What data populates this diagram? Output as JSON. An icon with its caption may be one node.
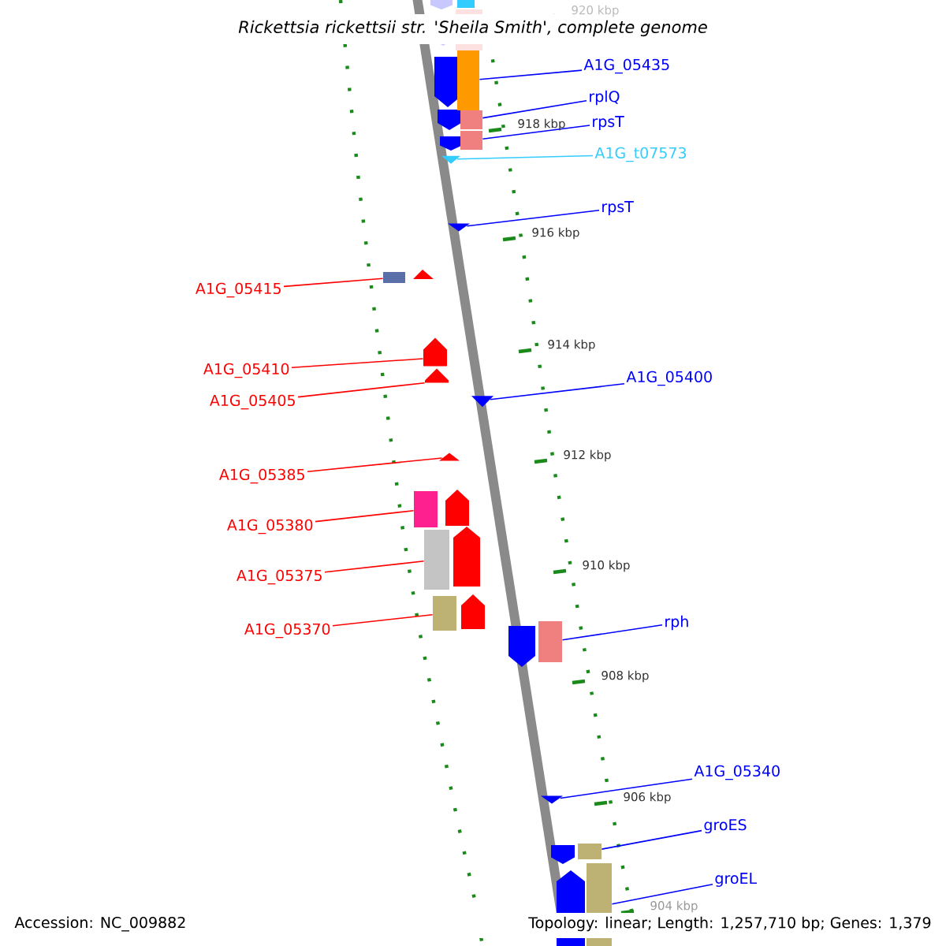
{
  "diagram": {
    "title": "Rickettsia rickettsii str. 'Sheila Smith', complete genome",
    "nodes": [
      {
        "text": [
          "A1G_05435"
        ]
      },
      {
        "text": [],
        "shape": "bar"
      },
      {
        "text": [
          "rplQ"
        ]
      },
      {
        "text": [],
        "shape": "bar"
      },
      {
        "text": [
          "rpsT"
        ]
      },
      {
        "text": [],
        "shape": "bar"
      },
      {
        "text": [
          "A1G_t07573"
        ]
      },
      {
        "text": [],
        "shape": "triangle"
      },
      {
        "text": [
          "rpsT"
        ]
      },
      {
        "text": [],
        "shape": "triangle"
      },
      {
        "text": [
          "A1G_05415"
        ]
      },
      {
        "text": [],
        "shape": "bar"
      },
      {
        "text": [
          "A1G_05410"
        ]
      },
      {
        "text": [],
        "shape": "arrow"
      },
      {
        "text": [
          "A1G_05405"
        ]
      },
      {
        "text": [],
        "shape": "arrow"
      },
      {
        "text": [
          "A1G_05400"
        ]
      },
      {
        "text": [],
        "shape": "triangle"
      },
      {
        "text": [
          "A1G_05385"
        ]
      },
      {
        "text": [],
        "shape": "triangle"
      },
      {
        "text": [
          "A1G_05380"
        ]
      },
      {
        "text": [],
        "shape": "bar"
      },
      {
        "text": [
          "A1G_05375"
        ]
      },
      {
        "text": [],
        "shape": "bar"
      },
      {
        "text": [
          "A1G_05370"
        ]
      },
      {
        "text": [],
        "shape": "bar"
      },
      {
        "text": [
          "rph"
        ]
      },
      {
        "text": [],
        "shape": "bar"
      },
      {
        "text": [
          "A1G_05340"
        ]
      },
      {
        "text": [],
        "shape": "triangle"
      },
      {
        "text": [
          "groES"
        ]
      },
      {
        "text": [],
        "shape": "bar"
      },
      {
        "text": [
          "groEL"
        ]
      },
      {
        "text": [],
        "shape": "bar"
      }
    ],
    "edges": [
      {
        "from": 0,
        "to": 1,
        "arrow": "none",
        "color": "#0000ff"
      },
      {
        "from": 2,
        "to": 3,
        "arrow": "none",
        "color": "#0000ff"
      },
      {
        "from": 4,
        "to": 5,
        "arrow": "none",
        "color": "#0000ff"
      },
      {
        "from": 6,
        "to": 7,
        "arrow": "none",
        "color": "#33ccff"
      },
      {
        "from": 8,
        "to": 9,
        "arrow": "none",
        "color": "#0000ff"
      },
      {
        "from": 10,
        "to": 11,
        "arrow": "none",
        "color": "#ff0000"
      },
      {
        "from": 12,
        "to": 13,
        "arrow": "none",
        "color": "#ff0000"
      },
      {
        "from": 14,
        "to": 15,
        "arrow": "none",
        "color": "#ff0000"
      },
      {
        "from": 16,
        "to": 17,
        "arrow": "none",
        "color": "#0000ff"
      },
      {
        "from": 18,
        "to": 19,
        "arrow": "none",
        "color": "#ff0000"
      },
      {
        "from": 20,
        "to": 21,
        "arrow": "none",
        "color": "#ff0000"
      },
      {
        "from": 22,
        "to": 23,
        "arrow": "none",
        "color": "#ff0000"
      },
      {
        "from": 24,
        "to": 25,
        "arrow": "none",
        "color": "#ff0000"
      },
      {
        "from": 26,
        "to": 27,
        "arrow": "none",
        "color": "#0000ff"
      },
      {
        "from": 28,
        "to": 29,
        "arrow": "none",
        "color": "#0000ff"
      },
      {
        "from": 30,
        "to": 31,
        "arrow": "none",
        "color": "#0000ff"
      },
      {
        "from": 32,
        "to": 33,
        "arrow": "none",
        "color": "#0000ff"
      }
    ],
    "labels": [
      "920 kbp",
      "918 kbp",
      "916 kbp",
      "914 kbp",
      "912 kbp",
      "910 kbp",
      "908 kbp",
      "906 kbp",
      "904 kbp",
      "Accession: NC_009882",
      "Topology: linear; Length: 1,257,710 bp; Genes: 1,379"
    ]
  }
}
